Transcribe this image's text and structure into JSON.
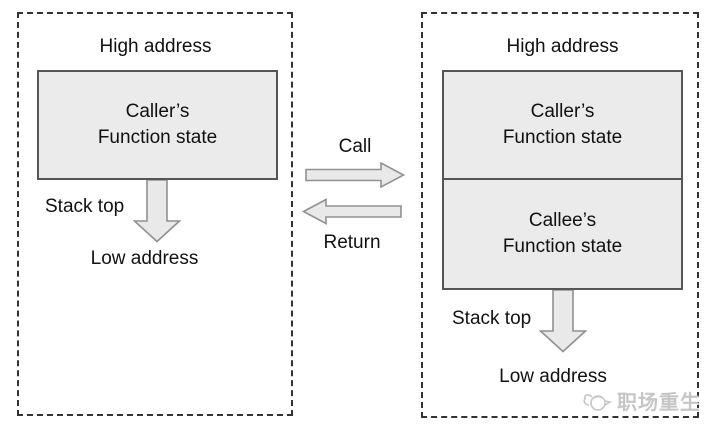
{
  "diagram": {
    "left_panel": {
      "high_address_label": "High address",
      "caller_box": {
        "line1": "Caller’s",
        "line2": "Function state"
      },
      "stack_top_label": "Stack top",
      "low_address_label": "Low address"
    },
    "middle": {
      "call_label": "Call",
      "return_label": "Return"
    },
    "right_panel": {
      "high_address_label": "High address",
      "caller_box": {
        "line1": "Caller’s",
        "line2": "Function state"
      },
      "callee_box": {
        "line1": "Callee’s",
        "line2": "Function state"
      },
      "stack_top_label": "Stack top",
      "low_address_label": "Low address"
    },
    "watermark": {
      "text": "职场重生"
    },
    "colors": {
      "box_fill": "#ebebeb",
      "box_border": "#555555",
      "arrow_fill": "#e9e9e9",
      "arrow_stroke": "#919191",
      "dashed_border": "#333333",
      "watermark_color": "#c6c6c6",
      "text_color": "#111111"
    }
  }
}
